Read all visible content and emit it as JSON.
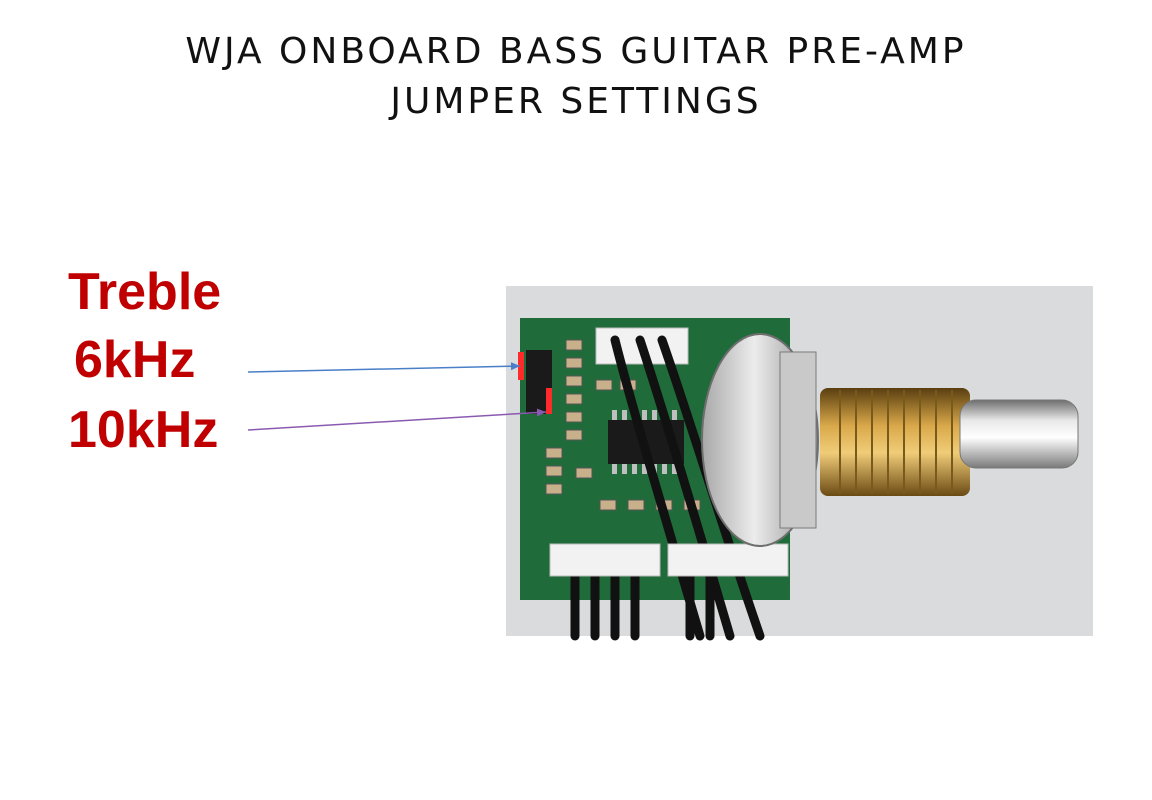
{
  "title": {
    "line1": "WJA ONBOARD BASS GUITAR PRE-AMP",
    "line2": "JUMPER SETTINGS"
  },
  "labels": {
    "heading": "Treble",
    "option1": "6kHz",
    "option2": "10kHz"
  },
  "colors": {
    "label": "#c00000",
    "arrow_6khz": "#4a7fc8",
    "arrow_10khz": "#8a5ab0",
    "jumper_marker": "#ff2a2a",
    "pcb": "#1f6b3a",
    "brass": "#b8893a"
  },
  "photo": {
    "subject": "pre-amp circuit board with potentiometer"
  }
}
